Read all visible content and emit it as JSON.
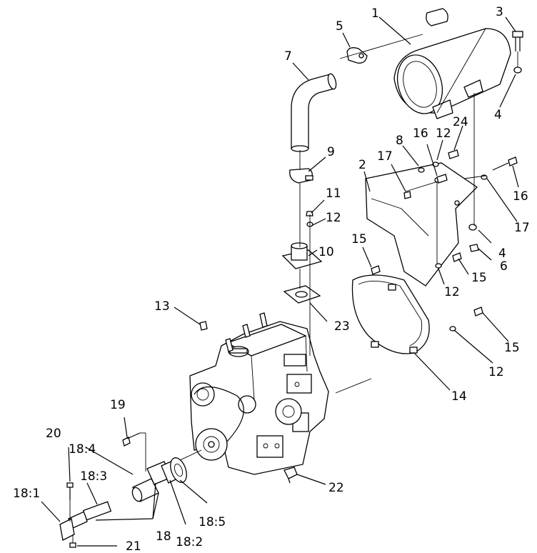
{
  "callouts": [
    {
      "id": "c1",
      "text": "1"
    },
    {
      "id": "c2",
      "text": "2"
    },
    {
      "id": "c3",
      "text": "3"
    },
    {
      "id": "c4a",
      "text": "4"
    },
    {
      "id": "c4b",
      "text": "4"
    },
    {
      "id": "c5",
      "text": "5"
    },
    {
      "id": "c6",
      "text": "6"
    },
    {
      "id": "c7",
      "text": "7"
    },
    {
      "id": "c8",
      "text": "8"
    },
    {
      "id": "c9",
      "text": "9"
    },
    {
      "id": "c10",
      "text": "10"
    },
    {
      "id": "c11",
      "text": "11"
    },
    {
      "id": "c12a",
      "text": "12"
    },
    {
      "id": "c12b",
      "text": "12"
    },
    {
      "id": "c12c",
      "text": "12"
    },
    {
      "id": "c12d",
      "text": "12"
    },
    {
      "id": "c13",
      "text": "13"
    },
    {
      "id": "c14",
      "text": "14"
    },
    {
      "id": "c15a",
      "text": "15"
    },
    {
      "id": "c15b",
      "text": "15"
    },
    {
      "id": "c15c",
      "text": "15"
    },
    {
      "id": "c16a",
      "text": "16"
    },
    {
      "id": "c16b",
      "text": "16"
    },
    {
      "id": "c17a",
      "text": "17"
    },
    {
      "id": "c17b",
      "text": "17"
    },
    {
      "id": "c18",
      "text": "18"
    },
    {
      "id": "c18_1",
      "text": "18:1"
    },
    {
      "id": "c18_2",
      "text": "18:2"
    },
    {
      "id": "c18_3",
      "text": "18:3"
    },
    {
      "id": "c18_4",
      "text": "18:4"
    },
    {
      "id": "c18_5",
      "text": "18:5"
    },
    {
      "id": "c19",
      "text": "19"
    },
    {
      "id": "c20",
      "text": "20"
    },
    {
      "id": "c21",
      "text": "21"
    },
    {
      "id": "c22",
      "text": "22"
    },
    {
      "id": "c23",
      "text": "23"
    },
    {
      "id": "c24",
      "text": "24"
    }
  ]
}
